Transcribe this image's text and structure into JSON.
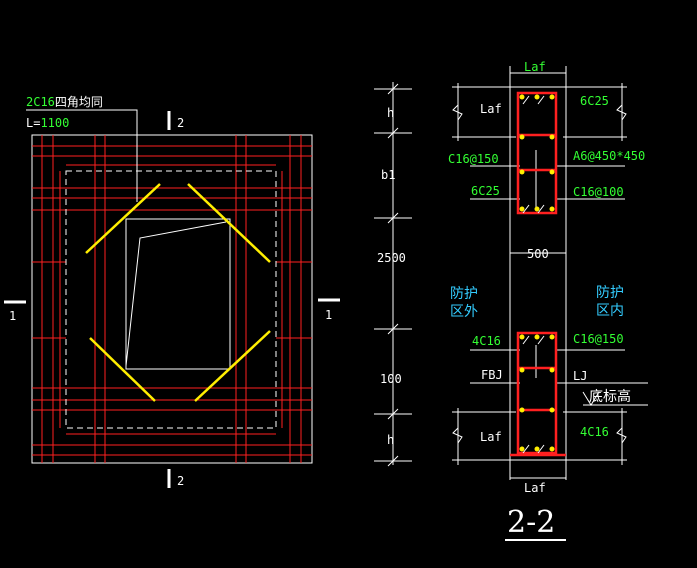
{
  "plan": {
    "rebar_note_prefix": "2C16",
    "rebar_note_suffix": "四角均同",
    "length_prefix": "L=",
    "length_value": "1100",
    "section_mark_top": "2",
    "section_mark_bottom": "2",
    "section_mark_left": "1",
    "section_mark_right": "1"
  },
  "elevation_dims": [
    "h",
    "b1",
    "2500",
    "100",
    "h"
  ],
  "section": {
    "title": "2-2",
    "laf_top": "Laf",
    "laf_upper_left": "Laf",
    "laf_lower_left": "Laf",
    "laf_bottom": "Laf",
    "top_rebar": "6C25",
    "stirrup_left_upper": "C16@150",
    "stirrup_right_upper": "A6@450*450",
    "bottom_rebar_upper": "6C25",
    "right_rebar_upper2": "C16@100",
    "width_dim": "500",
    "zone_outside_1": "防护",
    "zone_outside_2": "区外",
    "zone_inside_1": "防护",
    "zone_inside_2": "区内",
    "lower_left_rebar": "4C16",
    "lower_right_stirrup": "C16@150",
    "fbj": "FBJ",
    "lj": "LJ",
    "bottom_elevation": "底标高",
    "bottom_right_rebar": "4C16"
  },
  "colors": {
    "background": "#000000",
    "line": "#ffffff",
    "rebar": "#ff2020",
    "diagonal": "#ffee00",
    "text_green": "#33ff33",
    "text_cyan": "#33ccff"
  }
}
